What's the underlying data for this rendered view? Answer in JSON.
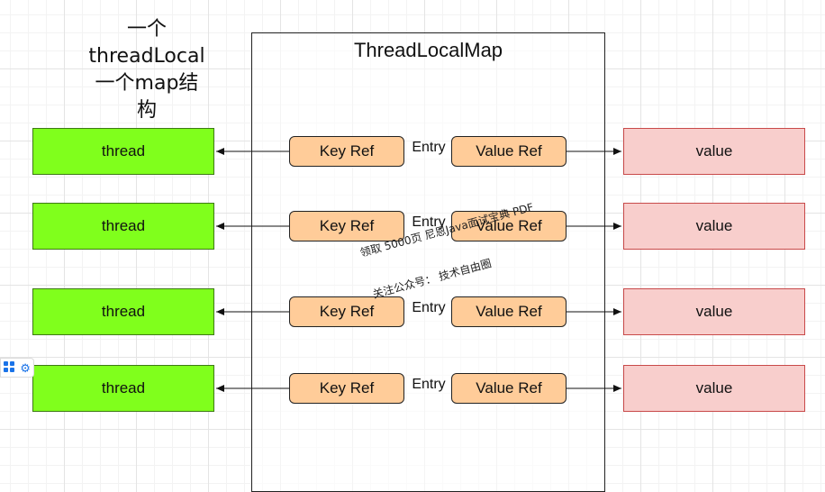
{
  "title": "一个\nthreadLocal\n一个map结\n构",
  "map_title": "ThreadLocalMap",
  "rows": [
    {
      "thread": "thread",
      "key_ref": "Key Ref",
      "entry": "Entry",
      "value_ref": "Value Ref",
      "value": "value"
    },
    {
      "thread": "thread",
      "key_ref": "Key Ref",
      "entry": "Entry",
      "value_ref": "Value Ref",
      "value": "value"
    },
    {
      "thread": "thread",
      "key_ref": "Key Ref",
      "entry": "Entry",
      "value_ref": "Value Ref",
      "value": "value"
    },
    {
      "thread": "thread",
      "key_ref": "Key Ref",
      "entry": "Entry",
      "value_ref": "Value Ref",
      "value": "value"
    }
  ],
  "watermark": {
    "line1": "领取 5000页 尼恩Java面试宝典 PDF",
    "line2": "关注公众号： 技术自由圈"
  },
  "colors": {
    "thread_fill": "#80ff1c",
    "value_fill": "#f8cecc",
    "ref_fill": "#ffcc99"
  },
  "tools": {
    "icon1": "grid-apps-icon",
    "icon2": "gear-icon"
  }
}
